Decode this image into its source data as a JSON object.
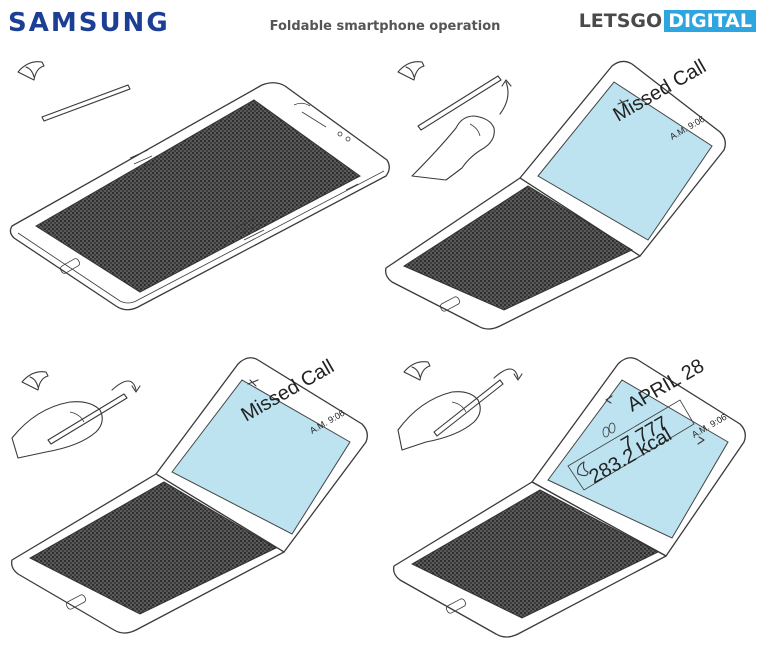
{
  "header": {
    "brand_left": "SAMSUNG",
    "caption": "Foldable smartphone operation",
    "brand_right_a": "LETSGO",
    "brand_right_b": "DIGITAL"
  },
  "panels": {
    "p2": {
      "title": "Missed Call",
      "status": "A.M. 9:06"
    },
    "p3": {
      "title": "Missed Call",
      "status": "A.M. 9:06"
    },
    "p4": {
      "date": "APRIL 28",
      "steps": "7,777",
      "kcal": "283.2 kcal",
      "status": "A.M. 9:06"
    }
  },
  "colors": {
    "samsung_blue": "#1c3f95",
    "digital_blue": "#2fa5e0",
    "screen_blue": "#bde3f0"
  },
  "icons": [
    "eye-icon",
    "pen-stylus-icon",
    "hand-icon",
    "fold-arrow-icon",
    "missed-call-icon",
    "footprint-icon",
    "flame-icon"
  ]
}
